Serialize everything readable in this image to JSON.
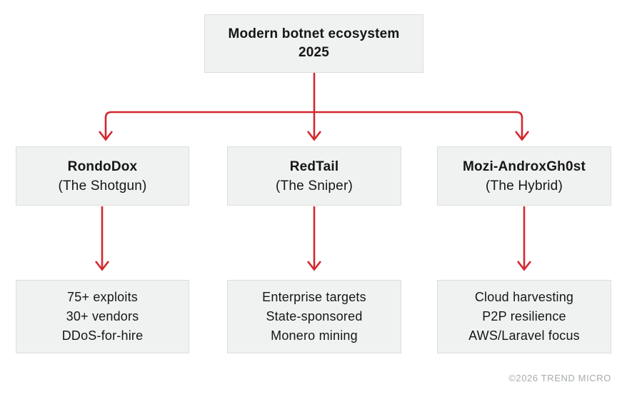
{
  "diagram": {
    "root": {
      "title_line1": "Modern botnet ecosystem",
      "title_line2": "2025"
    },
    "branches": [
      {
        "name": "RondoDox",
        "alias": "(The Shotgun)",
        "details": [
          "75+ exploits",
          "30+ vendors",
          "DDoS-for-hire"
        ]
      },
      {
        "name": "RedTail",
        "alias": "(The Sniper)",
        "details": [
          "Enterprise targets",
          "State-sponsored",
          "Monero mining"
        ]
      },
      {
        "name": "Mozi-AndroxGh0st",
        "alias": "(The Hybrid)",
        "details": [
          "Cloud harvesting",
          "P2P resilience",
          "AWS/Laravel focus"
        ]
      }
    ],
    "footer": "©2026 TREND MICRO",
    "colors": {
      "arrow_red": "#d2282e",
      "box_fill": "#f0f1f1",
      "box_border": "#dcdedd",
      "text": "#161616",
      "footer_gray": "#a7abae"
    }
  }
}
